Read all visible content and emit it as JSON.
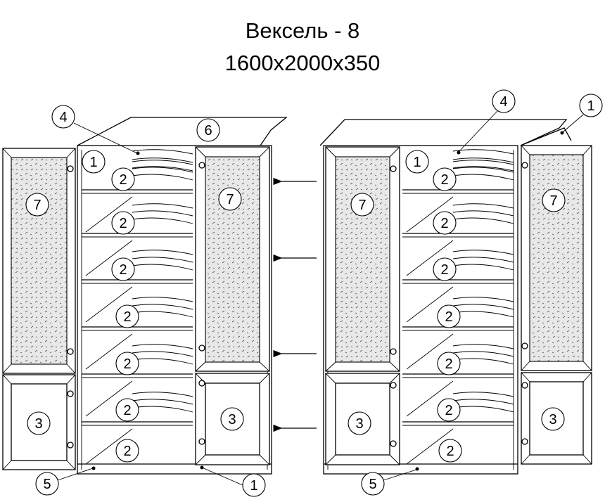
{
  "title": "Вексель - 8",
  "dimensions": "1600x2000x350",
  "part_numbers": {
    "side": "1",
    "shelf": "2",
    "lower_door": "3",
    "back": "4",
    "base": "5",
    "top": "6",
    "glass_door": "7"
  },
  "colors": {
    "line": "#000000",
    "background": "#ffffff"
  }
}
